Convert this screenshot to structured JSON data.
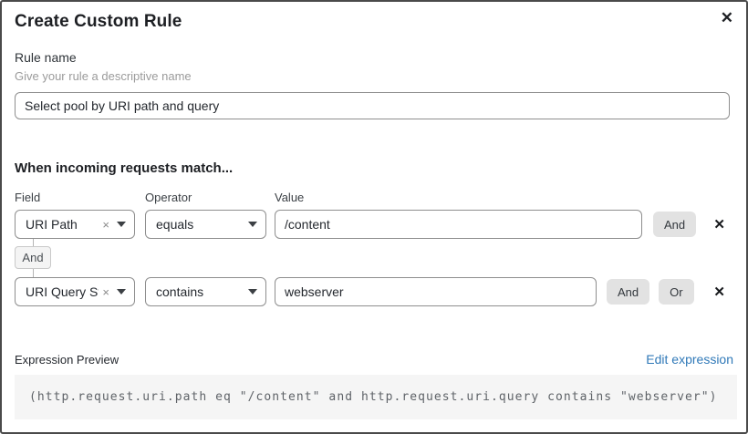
{
  "dialog": {
    "title": "Create Custom Rule",
    "close_icon": "✕"
  },
  "rule_name": {
    "label": "Rule name",
    "hint": "Give your rule a descriptive name",
    "value": "Select pool by URI path and query"
  },
  "match": {
    "heading": "When incoming requests match...",
    "columns": {
      "field": "Field",
      "operator": "Operator",
      "value": "Value"
    },
    "rows": [
      {
        "field": "URI Path",
        "operator": "equals",
        "value": "/content",
        "buttons": [
          "And"
        ],
        "clear_icon": "×",
        "delete_icon": "✕"
      },
      {
        "field": "URI Query St...",
        "operator": "contains",
        "value": "webserver",
        "buttons": [
          "And",
          "Or"
        ],
        "clear_icon": "×",
        "delete_icon": "✕"
      }
    ],
    "connector_label": "And"
  },
  "expression": {
    "label": "Expression Preview",
    "edit_link": "Edit expression",
    "code": "(http.request.uri.path eq \"/content\" and http.request.uri.query contains \"webserver\")"
  },
  "colors": {
    "link": "#3079b8",
    "button_gray": "#e2e2e2",
    "code_background": "#f5f5f5",
    "border_gray": "#8e8e8e"
  }
}
